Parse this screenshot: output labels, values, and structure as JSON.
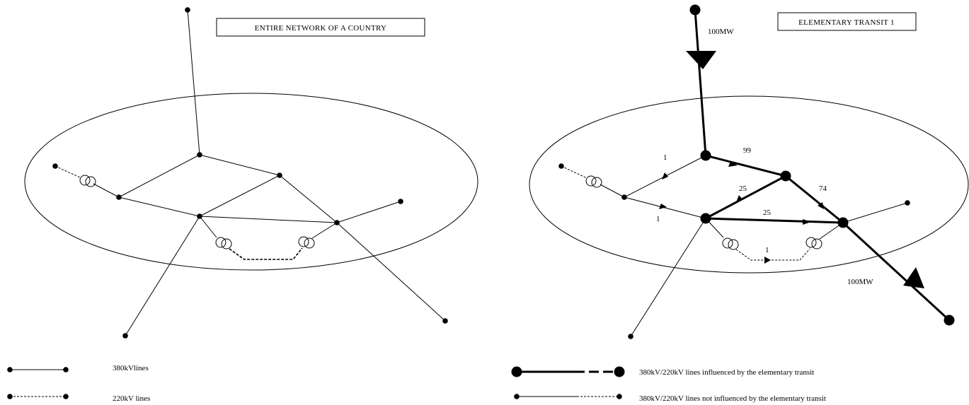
{
  "left_panel": {
    "title": "ENTIRE NETWORK OF A COUNTRY"
  },
  "right_panel": {
    "title": "ELEMENTARY TRANSIT 1",
    "input_power": "100MW",
    "output_power": "100MW",
    "flows": {
      "a_to_b": "99",
      "b_to_c": "74",
      "b_to_center": "25",
      "center_to_c": "25",
      "hub_to_w": "1",
      "w_to_center": "1",
      "trafo_path": "1"
    }
  },
  "legend": {
    "left": {
      "kv380": "380kVlines",
      "kv220": "220kV lines"
    },
    "right": {
      "influenced": "380kV/220kV lines influenced by the elementary transit",
      "not_influenced": "380kV/220kV lines not influenced by the elementary transit"
    }
  },
  "colors": {
    "line": "#000000",
    "background": "#ffffff"
  }
}
